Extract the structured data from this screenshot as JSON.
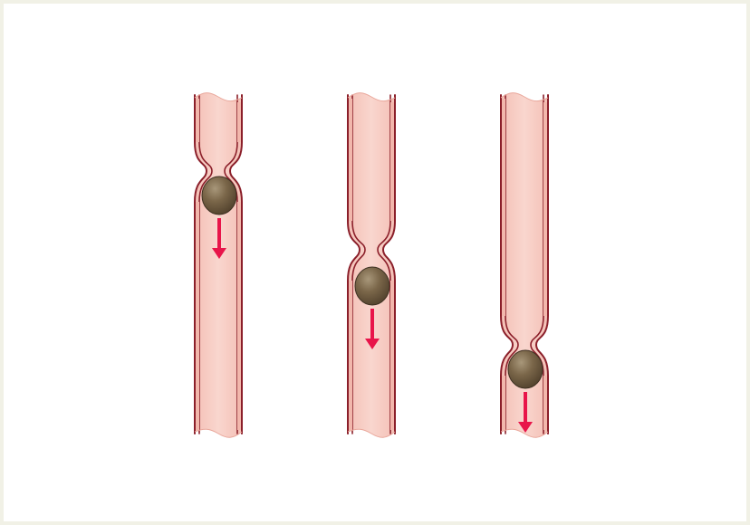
{
  "figure": {
    "panels": [
      {
        "name": "stage-1",
        "stage_index": 1
      },
      {
        "name": "stage-2",
        "stage_index": 2
      },
      {
        "name": "stage-3",
        "stage_index": 3
      }
    ],
    "colors": {
      "background_outer": "#f1f1e6",
      "background_inner": "#ffffff",
      "tube_wall": "#f2b7ac",
      "tube_lumen": "#f7cfc6",
      "tube_outline": "#8b1f2a",
      "bolus_fill": "#6f5c43",
      "bolus_highlight": "#a8977a",
      "arrow": "#e8154a"
    },
    "icons": {
      "bolus": "bolus-ball-icon",
      "arrow": "down-arrow-icon"
    }
  }
}
